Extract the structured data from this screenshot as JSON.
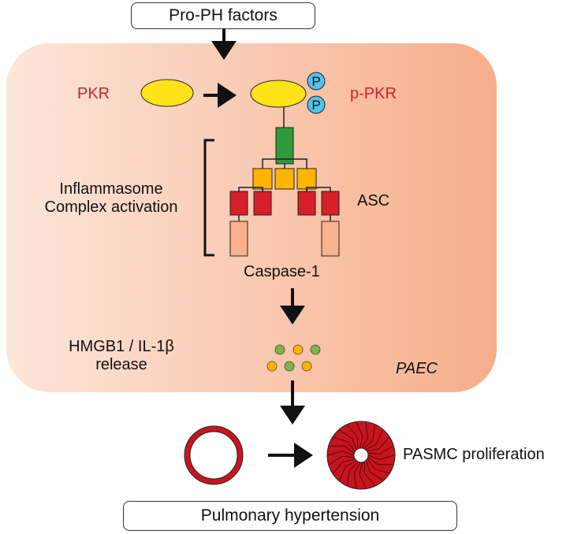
{
  "top_box": "Pro-PH factors",
  "bottom_box": "Pulmonary hypertension",
  "pkr": "PKR",
  "ppkr": "p-PKR",
  "phospho": "P",
  "inflammasome": [
    "Inflammasome",
    "Complex activation"
  ],
  "asc": "ASC",
  "caspase": "Caspase-1",
  "release": [
    "HMGB1 / IL-1β",
    "release"
  ],
  "cell": "PAEC",
  "pasmc": "PASMC proliferation",
  "colors": {
    "cell_fill_start": "#fbe3d6",
    "cell_fill_end": "#f6b08e",
    "protein": "#ffe21a",
    "phospho": "#4fc3ea",
    "green": "#2e9a3a",
    "orange": "#ffb400",
    "red": "#d71f2a",
    "peach": "#f9b28c",
    "vessel": "#c8141e",
    "text_red": "#d0202a"
  }
}
